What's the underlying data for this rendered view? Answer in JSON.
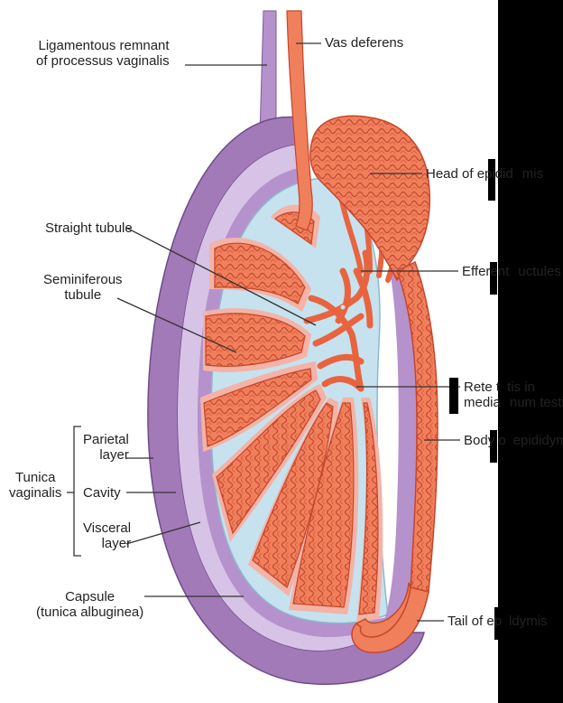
{
  "labels": {
    "ligamentous_remnant": "Ligamentous remnant\nof processus vaginalis",
    "vas_deferens": "Vas deferens",
    "head_of_epididymis": "Head of epidid",
    "head_of_epididymis_tail": "mis",
    "straight_tubule": "Straight tubule",
    "seminiferous_tubule": "Seminiferous\ntubule",
    "efferent_ductules": "Efferent",
    "efferent_ductules_tail": "uctules",
    "rete_testis_line1": "Rete t",
    "rete_testis_line1_tail": "tis in",
    "rete_testis_line2": "media",
    "rete_testis_line2_tail": "num testis",
    "body_of_epididymis": "Body o",
    "body_of_epididymis_tail": "epididymis",
    "parietal_layer": "Parietal\nlayer",
    "tunica_vaginalis": "Tunica\nvaginalis",
    "cavity": "Cavity",
    "visceral_layer": "Visceral\nlayer",
    "capsule": "Capsule\n(tunica albuginea)",
    "tail_of_epididymis": "Tail of ep",
    "tail_of_epididymis_tail": "ldymis"
  },
  "colors": {
    "tunica_outer": "#a27ab8",
    "tunica_inner": "#c9b0dc",
    "capsule_fill": "#c6e2ef",
    "tubule_fill": "#f07f5c",
    "tubule_stroke": "#c5462c",
    "lobule_fill": "#f3b3a6",
    "leader_line": "#333333"
  }
}
